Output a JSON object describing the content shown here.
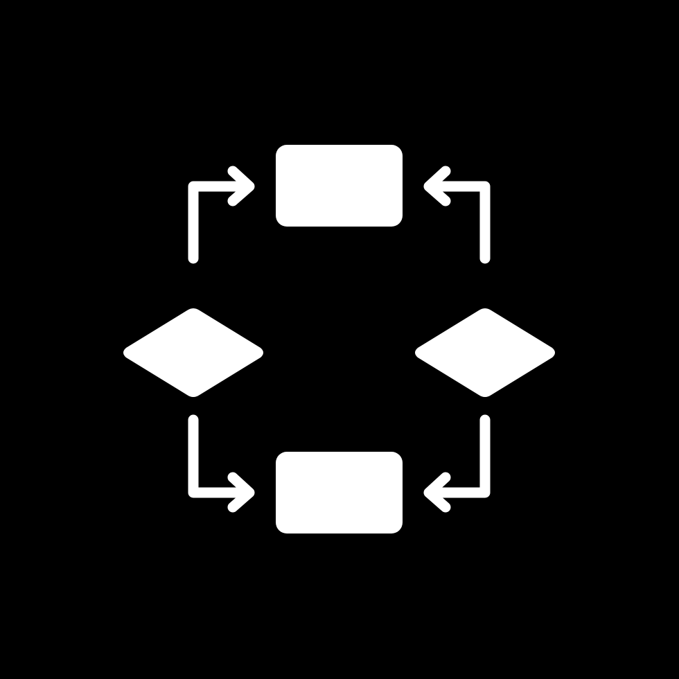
{
  "icon": {
    "name": "flowchart-cycle-icon",
    "colors": {
      "background": "#000000",
      "foreground": "#ffffff"
    },
    "shapes": {
      "process_boxes": 2,
      "decision_diamonds": 2,
      "connector_arrows": 4
    }
  }
}
